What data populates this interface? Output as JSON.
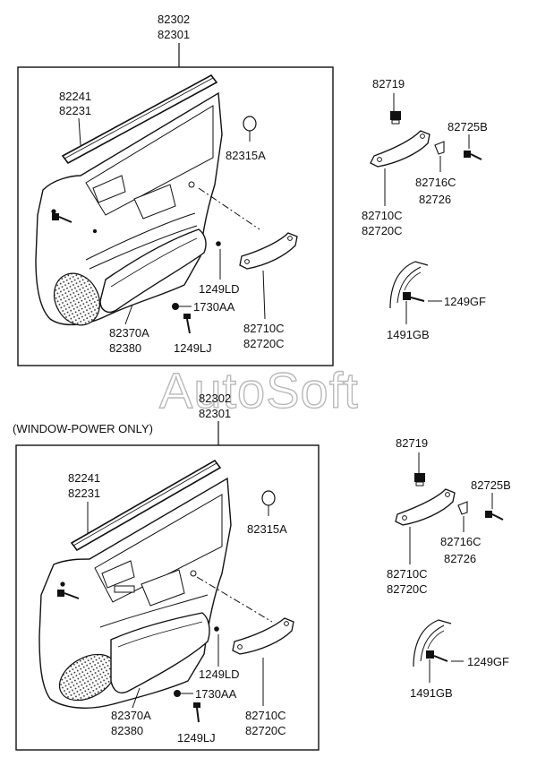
{
  "watermark": "AutoSoft",
  "note_window_power": "(WINDOW-POWER ONLY)",
  "upper": {
    "top_code_1": "82302",
    "top_code_2": "82301",
    "moulding_1": "82241",
    "moulding_2": "82231",
    "clip_a": "82315A",
    "screw_ld": "1249LD",
    "clip_aa": "1730AA",
    "pocket_1": "82370A",
    "pocket_2": "82380",
    "screw_lj": "1249LJ",
    "handle_1": "82710C",
    "handle_2": "82720C"
  },
  "lower": {
    "top_code_1": "82302",
    "top_code_2": "82301",
    "moulding_1": "82241",
    "moulding_2": "82231",
    "clip_a": "82315A",
    "screw_ld": "1249LD",
    "clip_aa": "1730AA",
    "pocket_1": "82370A",
    "pocket_2": "82380",
    "screw_lj": "1249LJ",
    "handle_1": "82710C",
    "handle_2": "82720C"
  },
  "side_upper": {
    "clip": "82719",
    "screw_b": "82725B",
    "cap_1": "82716C",
    "cap_2": "82726",
    "handle_1": "82710C",
    "handle_2": "82720C",
    "bolt_gf": "1249GF",
    "nut_gb": "1491GB"
  },
  "side_lower": {
    "clip": "82719",
    "screw_b": "82725B",
    "cap_1": "82716C",
    "cap_2": "82726",
    "handle_1": "82710C",
    "handle_2": "82720C",
    "bolt_gf": "1249GF",
    "nut_gb": "1491GB"
  }
}
